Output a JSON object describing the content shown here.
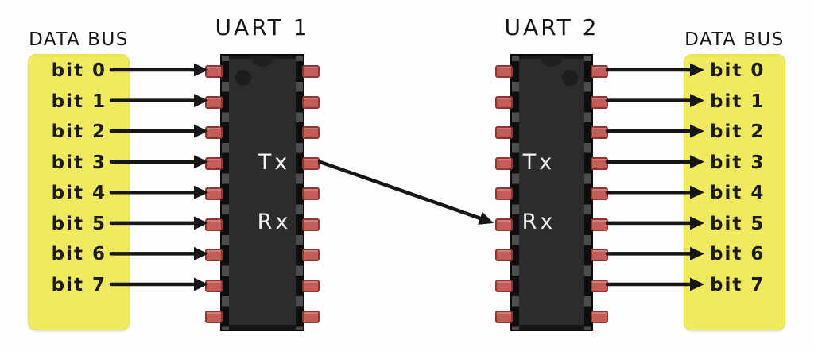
{
  "left_bus": {
    "title": "DATA BUS",
    "bits": [
      "bit 0",
      "bit 1",
      "bit 2",
      "bit 3",
      "bit 4",
      "bit 5",
      "bit 6",
      "bit 7"
    ]
  },
  "uart1": {
    "title": "UART 1",
    "tx": "Tx",
    "rx": "Rx"
  },
  "uart2": {
    "title": "UART 2",
    "tx": "Tx",
    "rx": "Rx"
  },
  "right_bus": {
    "title": "DATA BUS",
    "bits": [
      "bit 0",
      "bit 1",
      "bit 2",
      "bit 3",
      "bit 4",
      "bit 5",
      "bit 6",
      "bit 7"
    ]
  },
  "colors": {
    "bus_fill": "#f2ea5e",
    "chip_body": "#2c2c2c",
    "pin_fill": "#c45c58",
    "pin_border": "#8c3734",
    "arrow": "#161616"
  }
}
